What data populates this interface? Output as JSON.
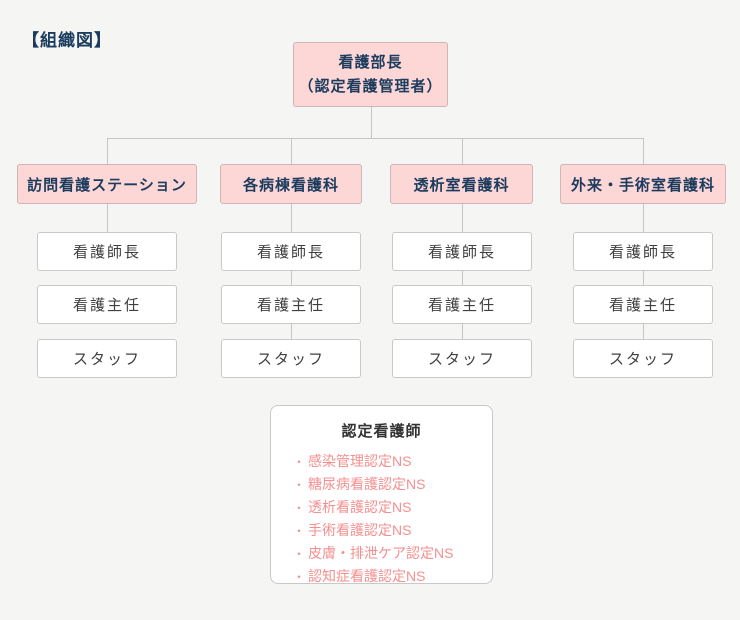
{
  "page": {
    "title": "【組織図】"
  },
  "colors": {
    "background": "#f5f5f3",
    "pink_fill": "#fdd6d6",
    "pink_border": "#ccb6b6",
    "navy_text": "#1b3c5e",
    "white_box_border": "#c9c9c9",
    "white_box_text": "#3f3f3f",
    "list_text": "#f58f8f",
    "connector_line": "#c5c5c5"
  },
  "chart": {
    "root": {
      "title": "看護部長",
      "subtitle": "（認定看護管理者）"
    },
    "departments": [
      {
        "name": "訪問看護ステーション",
        "roles": [
          "看護師長",
          "看護主任",
          "スタッフ"
        ]
      },
      {
        "name": "各病棟看護科",
        "roles": [
          "看護師長",
          "看護主任",
          "スタッフ"
        ]
      },
      {
        "name": "透析室看護科",
        "roles": [
          "看護師長",
          "看護主任",
          "スタッフ"
        ]
      },
      {
        "name": "外来・手術室看護科",
        "roles": [
          "看護師長",
          "看護主任",
          "スタッフ"
        ]
      }
    ],
    "certified": {
      "title": "認定看護師",
      "bullet": "・",
      "items": [
        "感染管理認定NS",
        "糖尿病看護認定NS",
        "透析看護認定NS",
        "手術看護認定NS",
        "皮膚・排泄ケア認定NS",
        "認知症看護認定NS"
      ]
    }
  }
}
